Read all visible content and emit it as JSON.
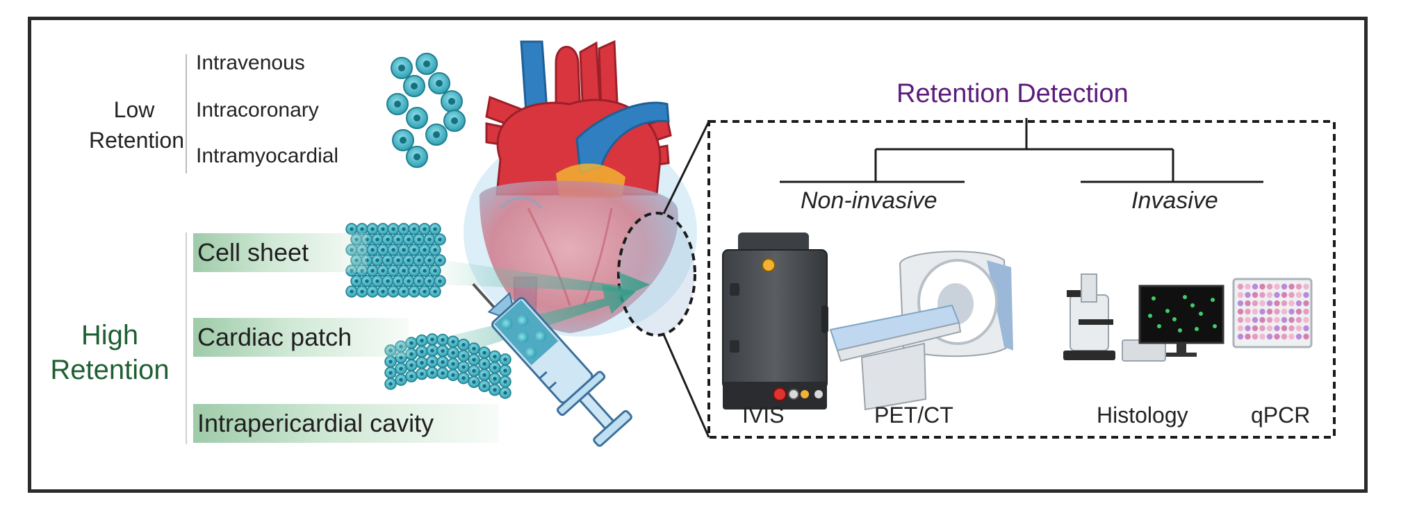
{
  "low_retention": {
    "title_line1": "Low",
    "title_line2": "Retention",
    "routes": [
      "Intravenous",
      "Intracoronary",
      "Intramyocardial"
    ]
  },
  "high_retention": {
    "title_line1": "High",
    "title_line2": "Retention",
    "methods": [
      "Cell sheet",
      "Cardiac patch",
      "Intrapericardial cavity"
    ]
  },
  "retention_detection": {
    "title": "Retention Detection",
    "non_invasive": {
      "label": "Non-invasive",
      "tools": [
        "IVIS",
        "PET/CT"
      ]
    },
    "invasive": {
      "label": "Invasive",
      "tools": [
        "Histology",
        "qPCR"
      ]
    }
  },
  "colors": {
    "retention_detection_title": "#5b1a7a",
    "high_retention": "#1e5f32",
    "band_green": "#7eba8c",
    "cell_teal": "#4bb8c8",
    "heart_red": "#d8353f",
    "vessel_blue": "#2f7fc1"
  },
  "icons": [
    "cell-cluster-icon",
    "heart-icon",
    "cell-sheet-icon",
    "cardiac-patch-icon",
    "syringe-icon",
    "ivis-imager-icon",
    "pet-ct-scanner-icon",
    "microscope-icon",
    "qpcr-plate-icon"
  ]
}
